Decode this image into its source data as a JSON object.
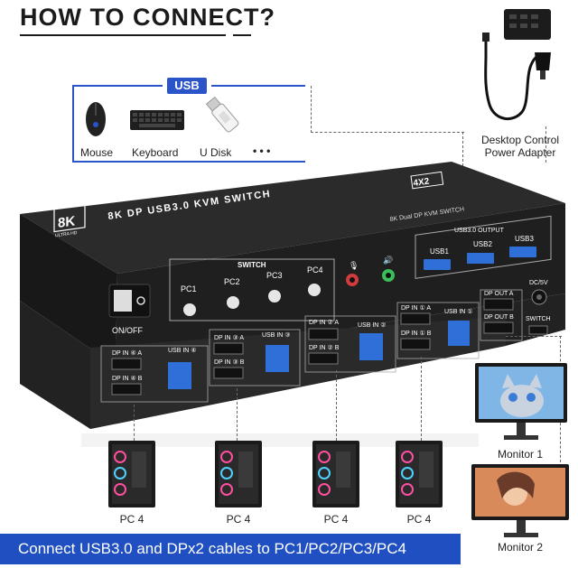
{
  "title": "HOW TO CONNECT?",
  "usb_badge": "USB",
  "peripherals": [
    {
      "label": "Mouse",
      "icon": "mouse-icon"
    },
    {
      "label": "Keyboard",
      "icon": "keyboard-icon"
    },
    {
      "label": "U Disk",
      "icon": "usb-drive-icon"
    },
    {
      "label": "• • •",
      "icon": "more-icon"
    }
  ],
  "adapter": {
    "line1": "Desktop Control",
    "line2": "Power Adapter"
  },
  "device": {
    "brand_badge": "8K",
    "brand_sub": "ULTRA HD",
    "model": "8K DP USB3.0 KVM SWITCH",
    "model_badge": "4X2",
    "subtitle": "8K Dual DP KVM SWITCH",
    "switch_label": "SWITCH",
    "switch_buttons": [
      "PC1",
      "PC2",
      "PC3",
      "PC4"
    ],
    "usb_output_label": "USB3.0 OUTPUT",
    "usb_outputs": [
      "USB1",
      "USB2",
      "USB3"
    ],
    "power_label": "ON/OFF",
    "dc_label": "DC/5V",
    "switch_port_label": "SWITCH",
    "dp_out": [
      "DP OUT A",
      "DP OUT B"
    ],
    "pc_groups": [
      {
        "dp_a": "DP IN ④ A",
        "dp_b": "DP IN ④ B",
        "usb": "USB IN ④"
      },
      {
        "dp_a": "DP IN ③ A",
        "dp_b": "DP IN ③ B",
        "usb": "USB IN ③"
      },
      {
        "dp_a": "DP IN ② A",
        "dp_b": "DP IN ② B",
        "usb": "USB IN ②"
      },
      {
        "dp_a": "DP IN ① A",
        "dp_b": "DP IN ① B",
        "usb": "USB IN ①"
      }
    ]
  },
  "pcs": [
    "PC 4",
    "PC 4",
    "PC 4",
    "PC 4"
  ],
  "monitors": [
    "Monitor 1",
    "Monitor 2"
  ],
  "bottom_text": "Connect USB3.0 and DPx2 cables to PC1/PC2/PC3/PC4",
  "colors": {
    "accent": "#1f4fc1",
    "device": "#2a2a2a",
    "usb_port": "#2f6fd8"
  }
}
